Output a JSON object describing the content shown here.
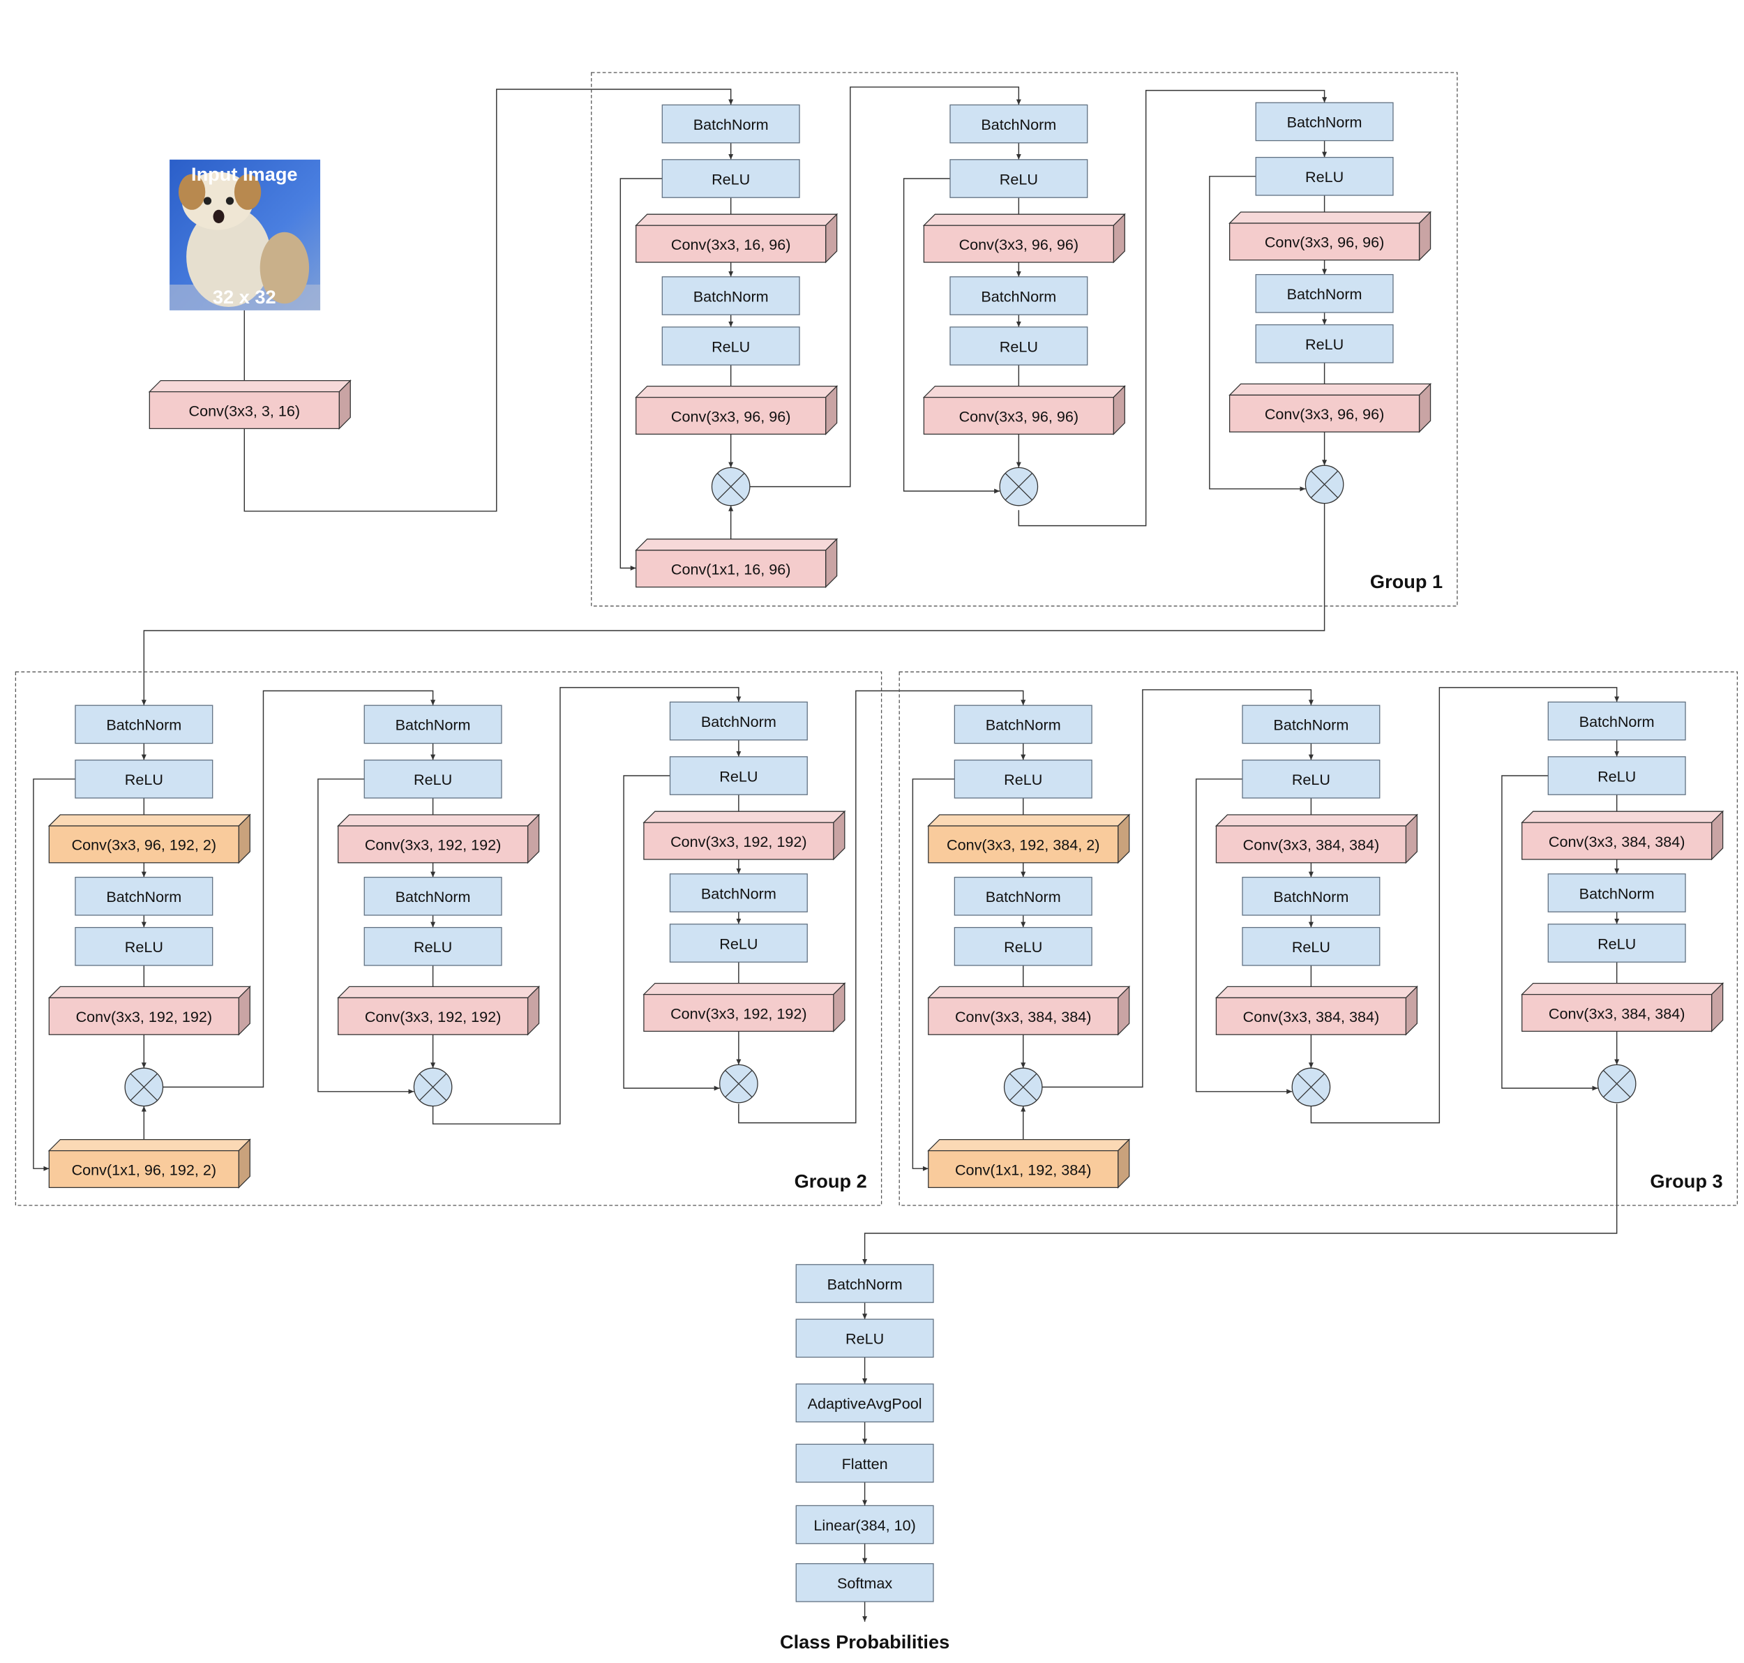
{
  "colors": {
    "norm_fill": "#cfe2f3",
    "norm_stroke": "#5f6f80",
    "conv_fill": "#f4cccc",
    "conv_top": "#f6d9d9",
    "conv_side": "#c9a4a4",
    "down_fill": "#f9cb9c",
    "down_top": "#fbd9b5",
    "down_side": "#c9a27c",
    "sum_fill": "#cfe2f3",
    "line": "#333333"
  },
  "stem": {
    "input_title": "Input Image",
    "input_size": "32 x 32",
    "conv": "Conv(3x3, 3, 16)"
  },
  "groups": [
    {
      "label": "Group 1",
      "blocks": [
        {
          "layers": [
            "BatchNorm",
            "ReLU",
            "Conv(3x3, 16, 96)",
            "BatchNorm",
            "ReLU",
            "Conv(3x3, 96, 96)"
          ],
          "shortcut": "Conv(1x1, 16, 96)",
          "downsample": false
        },
        {
          "layers": [
            "BatchNorm",
            "ReLU",
            "Conv(3x3, 96, 96)",
            "BatchNorm",
            "ReLU",
            "Conv(3x3, 96, 96)"
          ],
          "shortcut": null,
          "downsample": false
        },
        {
          "layers": [
            "BatchNorm",
            "ReLU",
            "Conv(3x3, 96, 96)",
            "BatchNorm",
            "ReLU",
            "Conv(3x3, 96, 96)"
          ],
          "shortcut": null,
          "downsample": false
        }
      ]
    },
    {
      "label": "Group 2",
      "blocks": [
        {
          "layers": [
            "BatchNorm",
            "ReLU",
            "Conv(3x3, 96, 192, 2)",
            "BatchNorm",
            "ReLU",
            "Conv(3x3, 192, 192)"
          ],
          "shortcut": "Conv(1x1, 96, 192, 2)",
          "downsample": true
        },
        {
          "layers": [
            "BatchNorm",
            "ReLU",
            "Conv(3x3, 192, 192)",
            "BatchNorm",
            "ReLU",
            "Conv(3x3, 192, 192)"
          ],
          "shortcut": null,
          "downsample": false
        },
        {
          "layers": [
            "BatchNorm",
            "ReLU",
            "Conv(3x3, 192, 192)",
            "BatchNorm",
            "ReLU",
            "Conv(3x3, 192, 192)"
          ],
          "shortcut": null,
          "downsample": false
        }
      ]
    },
    {
      "label": "Group 3",
      "blocks": [
        {
          "layers": [
            "BatchNorm",
            "ReLU",
            "Conv(3x3, 192, 384, 2)",
            "BatchNorm",
            "ReLU",
            "Conv(3x3, 384, 384)"
          ],
          "shortcut": "Conv(1x1, 192, 384)",
          "downsample": true
        },
        {
          "layers": [
            "BatchNorm",
            "ReLU",
            "Conv(3x3, 384, 384)",
            "BatchNorm",
            "ReLU",
            "Conv(3x3, 384, 384)"
          ],
          "shortcut": null,
          "downsample": false
        },
        {
          "layers": [
            "BatchNorm",
            "ReLU",
            "Conv(3x3, 384, 384)",
            "BatchNorm",
            "ReLU",
            "Conv(3x3, 384, 384)"
          ],
          "shortcut": null,
          "downsample": false
        }
      ]
    }
  ],
  "head": {
    "layers": [
      "BatchNorm",
      "ReLU",
      "AdaptiveAvgPool",
      "Flatten",
      "Linear(384, 10)",
      "Softmax"
    ],
    "output": "Class Probabilities"
  }
}
